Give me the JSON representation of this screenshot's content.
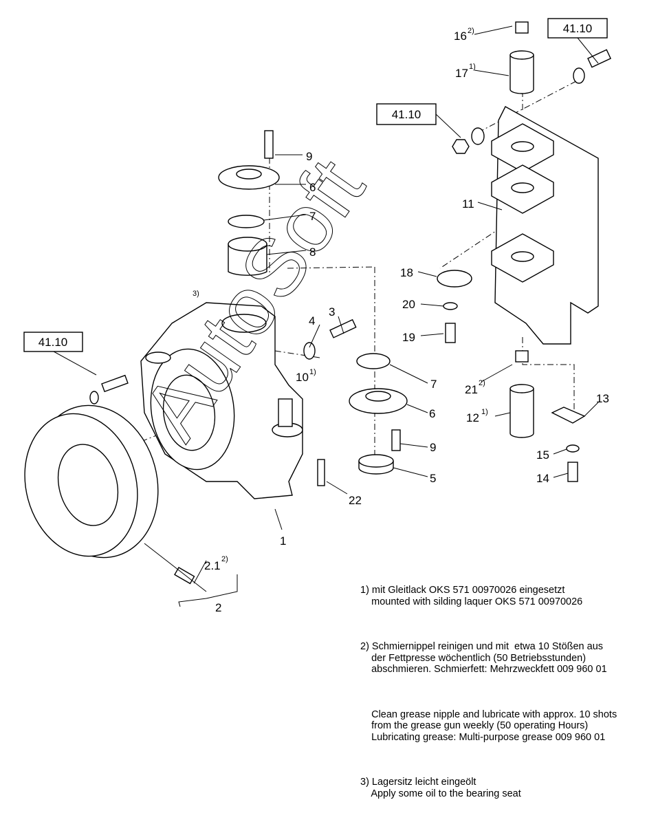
{
  "callouts": {
    "ref_top_right": "41.10",
    "ref_mid": "41.10",
    "ref_left": "41.10",
    "n16": "16",
    "n16_sup": "2)",
    "n17": "17",
    "n17_sup": "1)",
    "n9a": "9",
    "n6a": "6",
    "n7a": "7",
    "n8": "8",
    "n11": "11",
    "n18": "18",
    "n20": "20",
    "n19": "19",
    "n3_sup": "3)",
    "n4": "4",
    "n3": "3",
    "n10": "10",
    "n10_sup": "1)",
    "n7b": "7",
    "n6b": "6",
    "n9b": "9",
    "n5": "5",
    "n21": "21",
    "n21_sup": "2)",
    "n12": "12",
    "n12_sup": "1)",
    "n13": "13",
    "n15": "15",
    "n14": "14",
    "n22": "22",
    "n1": "1",
    "n21b": "2.1",
    "n21b_sup": "2)",
    "n2": "2"
  },
  "watermark": "AutoSoft",
  "notes": [
    "1) mit Gleitlack OKS 571 00970026 eingesetzt\n    mounted with silding laquer OKS 571 00970026",
    "2) Schmiernippel reinigen und mit  etwa 10 Stößen aus\n    der Fettpresse wöchentlich (50 Betriebsstunden)\n    abschmieren. Schmierfett: Mehrzweckfett 009 960 01",
    "    Clean grease nipple and lubricate with approx. 10 shots\n    from the grease gun weekly (50 operating Hours)\n    Lubricating grease: Multi-purpose grease 009 960 01",
    "3) Lagersitz leicht eingeölt\n    Apply some oil to the bearing seat"
  ]
}
